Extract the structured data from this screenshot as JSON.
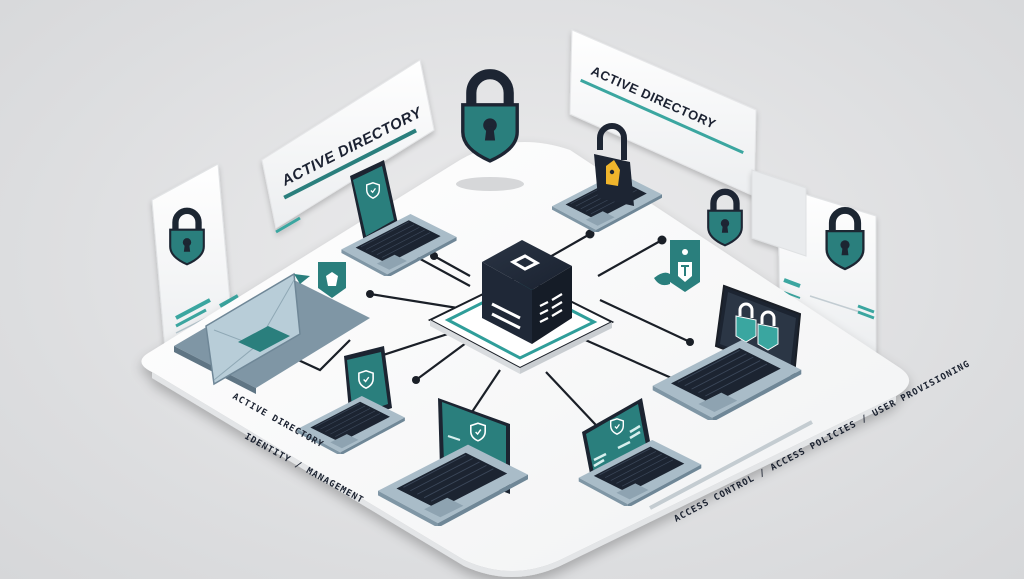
{
  "title": "Active Directory",
  "colors": {
    "background": "#dcdddf",
    "platform": "#fbfbfb",
    "teal": "#2a7f7d",
    "teal_light": "#3aa6a0",
    "navy": "#1d2533",
    "laptop_body": "#a9bcc8",
    "laptop_dark": "#6f8797",
    "keyboard": "#1c2431",
    "gold": "#f0b52c"
  },
  "panels": {
    "left_banner": {
      "label": "ACTIVE DIRECTORY"
    },
    "right_banner": {
      "label": "ACTIVE DIRECTORY"
    },
    "bottom_left_caption": {
      "line1": "ACTIVE DIRECTORY",
      "line2": "IDENTITY / MANAGEMENT"
    },
    "bottom_right_caption": {
      "line1": "ACCESS CONTROL / ACCESS POLICIES / USER PROVISIONING"
    }
  },
  "icons": {
    "floating_padlock": "padlock-icon",
    "server_glyph": "server-cube-icon",
    "shield_glyph": "shield-icon"
  },
  "devices": [
    {
      "id": "laptop-top-left",
      "screen": "shield-apps"
    },
    {
      "id": "laptop-top-center",
      "screen": "padlock-gold"
    },
    {
      "id": "laptop-right",
      "screen": "two-padlocks"
    },
    {
      "id": "laptop-bottom-left",
      "screen": "shield"
    },
    {
      "id": "laptop-bottom-center",
      "screen": "shield-login"
    },
    {
      "id": "laptop-bottom-right",
      "screen": "shield-form"
    },
    {
      "id": "monitor-left",
      "screen": "mail"
    }
  ]
}
